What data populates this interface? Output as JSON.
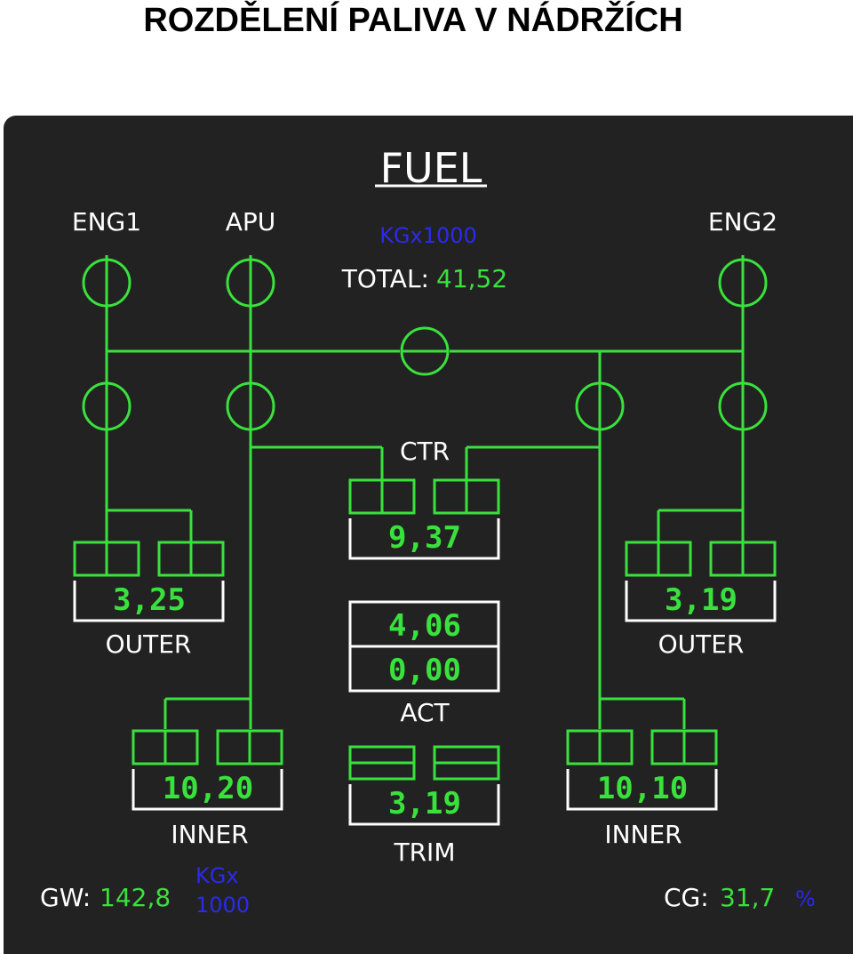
{
  "page_title": "ROZDĚLENÍ PALIVA V NÁDRŽÍCH",
  "display": {
    "title": "FUEL",
    "units": "KGx1000",
    "total_label": "TOTAL:",
    "total_value": "41,52",
    "engines": {
      "eng1": "ENG1",
      "apu": "APU",
      "eng2": "ENG2"
    },
    "tanks": {
      "ctr": {
        "label": "CTR",
        "value": "9,37"
      },
      "left_outer": {
        "label": "OUTER",
        "value": "3,25"
      },
      "right_outer": {
        "label": "OUTER",
        "value": "3,19"
      },
      "left_inner": {
        "label": "INNER",
        "value": "10,20"
      },
      "right_inner": {
        "label": "INNER",
        "value": "10,10"
      },
      "act": {
        "label": "ACT",
        "value_top": "4,06",
        "value_bottom": "0,00"
      },
      "trim": {
        "label": "TRIM",
        "value": "3,19"
      }
    },
    "gw": {
      "label": "GW:",
      "value": "142,8",
      "unit_line1": "KGx",
      "unit_line2": "1000"
    },
    "cg": {
      "label": "CG:",
      "value": "31,7",
      "unit": "%"
    },
    "colors": {
      "line": "#39e13c",
      "text": "#ffffff",
      "units": "#2a2af0",
      "background": "#222222"
    }
  }
}
